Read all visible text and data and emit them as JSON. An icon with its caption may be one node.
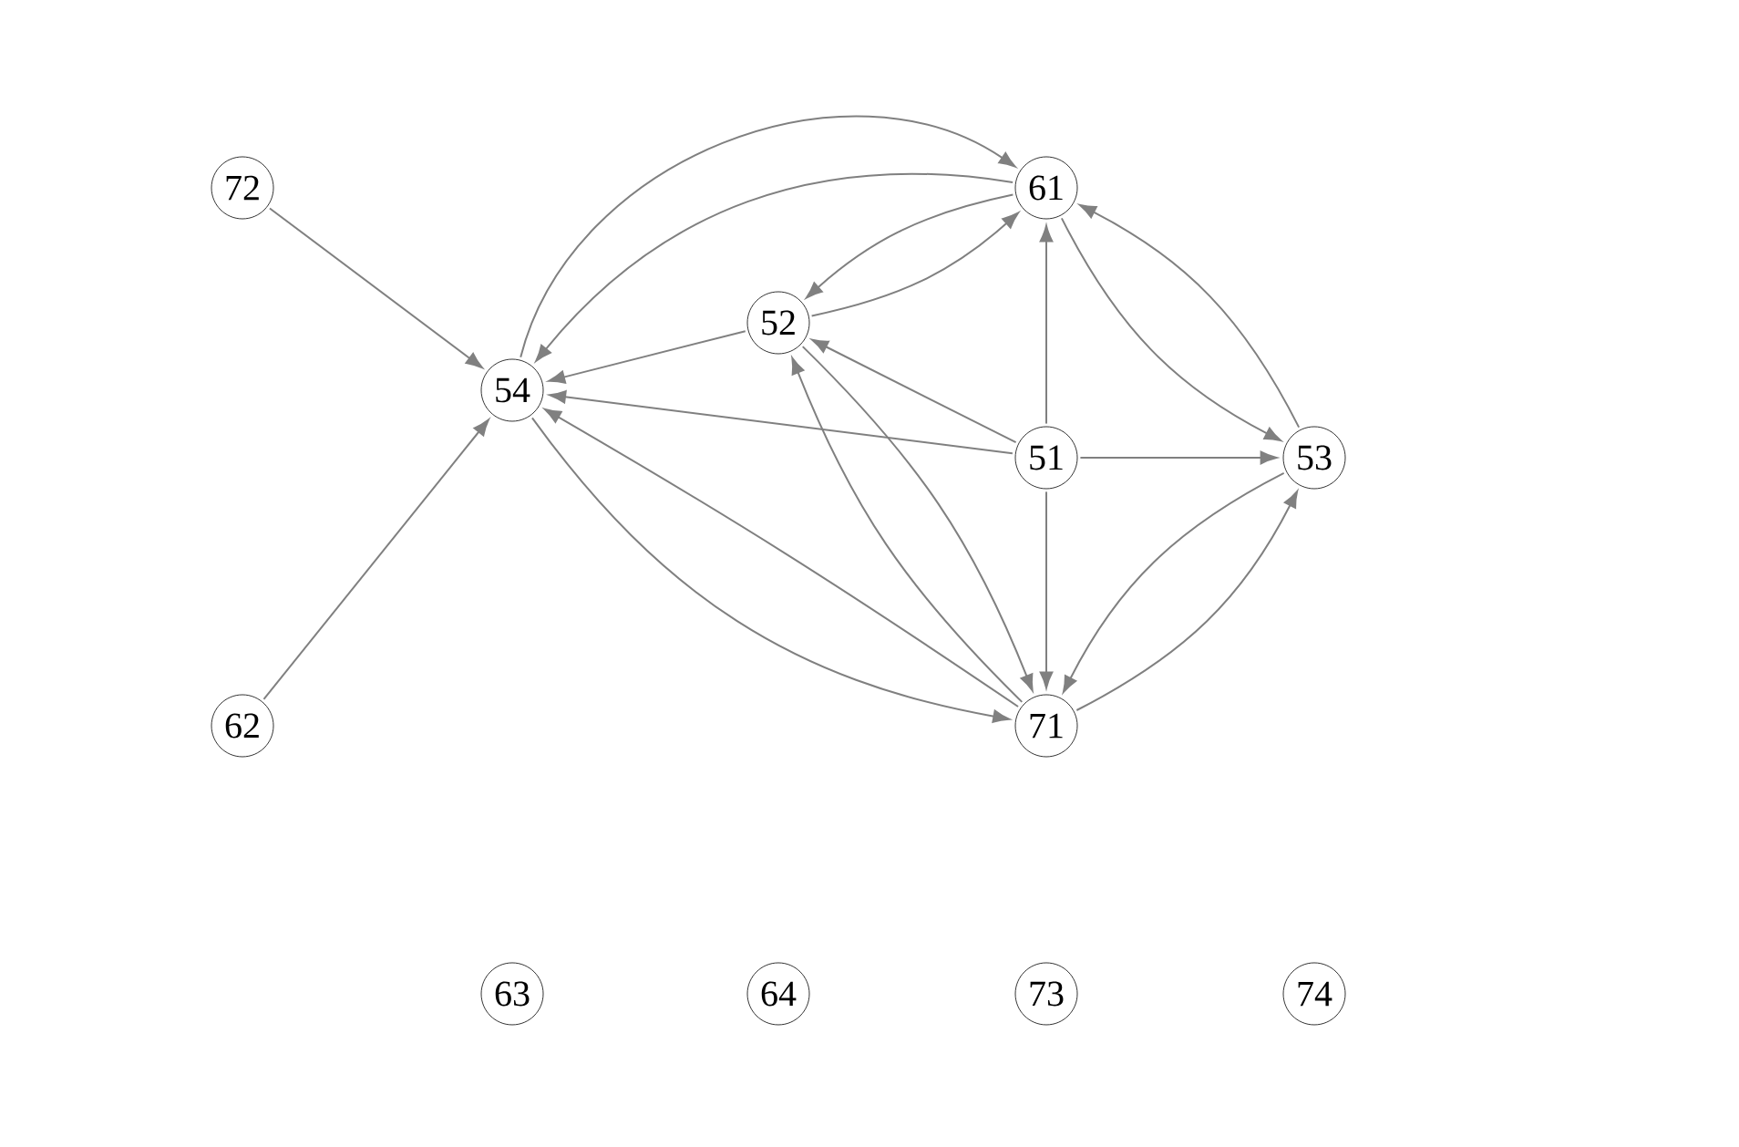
{
  "diagram": {
    "nodes": [
      {
        "text": [
          "72"
        ]
      },
      {
        "text": [
          "61"
        ]
      },
      {
        "text": [
          "52"
        ]
      },
      {
        "text": [
          "54"
        ]
      },
      {
        "text": [
          "51"
        ]
      },
      {
        "text": [
          "53"
        ]
      },
      {
        "text": [
          "62"
        ]
      },
      {
        "text": [
          "71"
        ]
      },
      {
        "text": [
          "63"
        ]
      },
      {
        "text": [
          "64"
        ]
      },
      {
        "text": [
          "73"
        ]
      },
      {
        "text": [
          "74"
        ]
      }
    ],
    "edges": [
      {
        "from": 0,
        "to": 3,
        "arrow": "to"
      },
      {
        "from": 6,
        "to": 3,
        "arrow": "to"
      },
      {
        "from": 3,
        "to": 1,
        "arrow": "to"
      },
      {
        "from": 1,
        "to": 3,
        "arrow": "to"
      },
      {
        "from": 1,
        "to": 2,
        "arrow": "to"
      },
      {
        "from": 2,
        "to": 1,
        "arrow": "to"
      },
      {
        "from": 2,
        "to": 3,
        "arrow": "to"
      },
      {
        "from": 4,
        "to": 2,
        "arrow": "to"
      },
      {
        "from": 4,
        "to": 3,
        "arrow": "to"
      },
      {
        "from": 4,
        "to": 1,
        "arrow": "to"
      },
      {
        "from": 4,
        "to": 5,
        "arrow": "to"
      },
      {
        "from": 4,
        "to": 7,
        "arrow": "to"
      },
      {
        "from": 1,
        "to": 5,
        "arrow": "to"
      },
      {
        "from": 5,
        "to": 1,
        "arrow": "to"
      },
      {
        "from": 5,
        "to": 7,
        "arrow": "to"
      },
      {
        "from": 7,
        "to": 5,
        "arrow": "to"
      },
      {
        "from": 3,
        "to": 7,
        "arrow": "to"
      },
      {
        "from": 7,
        "to": 3,
        "arrow": "to"
      },
      {
        "from": 2,
        "to": 7,
        "arrow": "to"
      },
      {
        "from": 7,
        "to": 2,
        "arrow": "to"
      }
    ]
  }
}
